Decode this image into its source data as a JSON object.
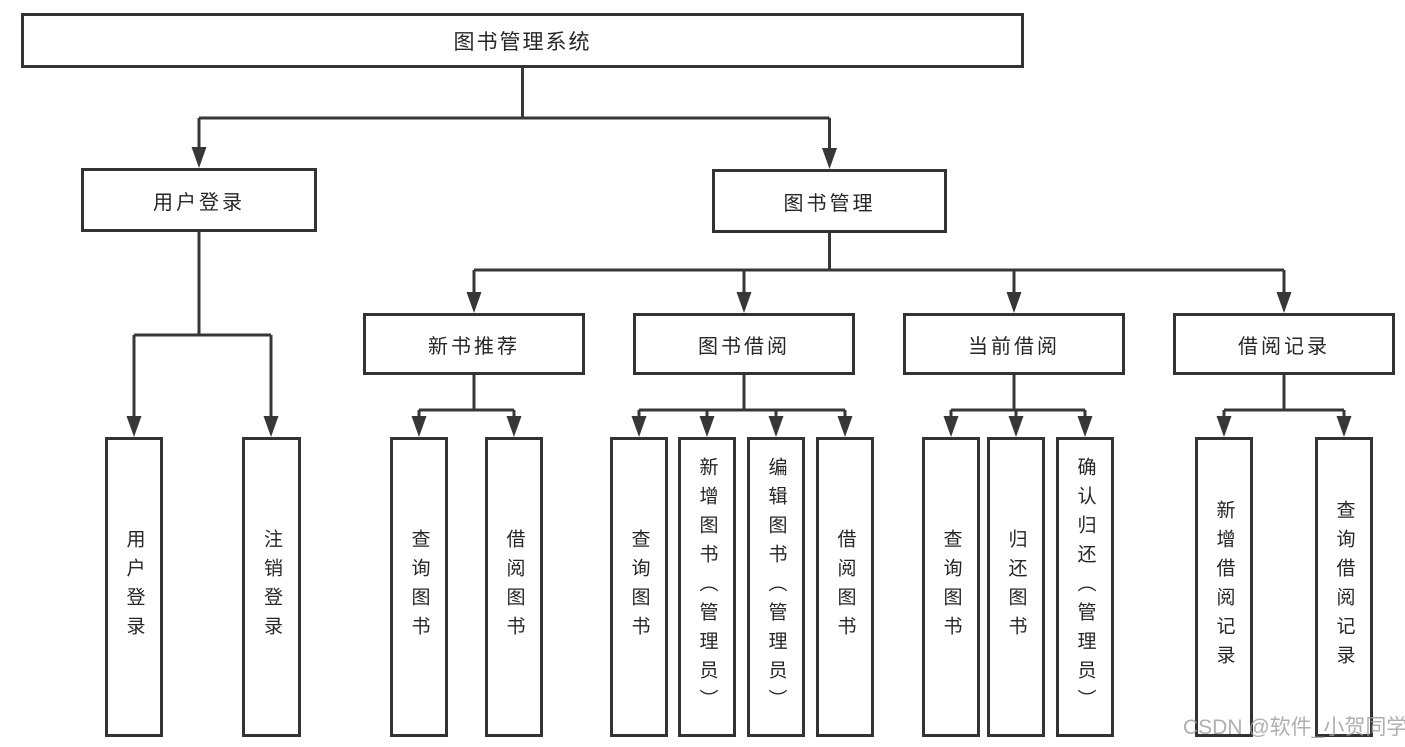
{
  "diagram": {
    "root": {
      "label": "图书管理系统"
    },
    "level2": [
      {
        "label": "用户登录"
      },
      {
        "label": "图书管理"
      }
    ],
    "level3": [
      {
        "label": "新书推荐"
      },
      {
        "label": "图书借阅"
      },
      {
        "label": "当前借阅"
      },
      {
        "label": "借阅记录"
      }
    ],
    "leaves": {
      "user_login": [
        {
          "label": "用户登录"
        },
        {
          "label": "注销登录"
        }
      ],
      "new_book_recommendation": [
        {
          "label": "查询图书"
        },
        {
          "label": "借阅图书"
        }
      ],
      "book_borrowing": [
        {
          "label": "查询图书"
        },
        {
          "label": "新增图书（管理员）"
        },
        {
          "label": "编辑图书（管理员）"
        },
        {
          "label": "借阅图书"
        }
      ],
      "current_borrowing": [
        {
          "label": "查询图书"
        },
        {
          "label": "归还图书"
        },
        {
          "label": "确认归还（管理员）"
        }
      ],
      "borrowing_records": [
        {
          "label": "新增借阅记录"
        },
        {
          "label": "查询借阅记录"
        }
      ]
    },
    "watermark": "CSDN @软件_小贺同学",
    "colors": {
      "line": "#373737",
      "box_border": "#333333",
      "text": "#262626",
      "watermark": "#9e9e9e",
      "background": "#ffffff"
    }
  }
}
